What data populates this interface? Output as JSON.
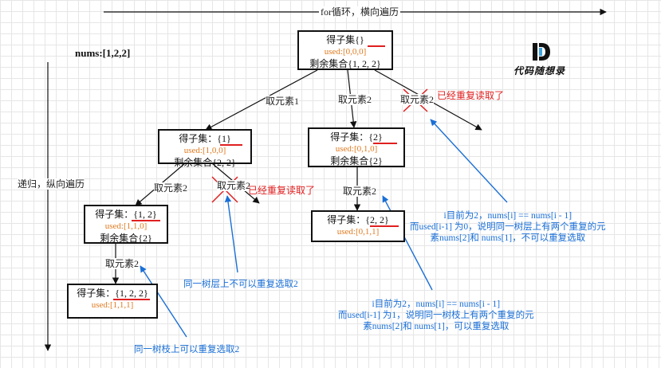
{
  "header_arrow_label": "for循环，横向遍历",
  "side_arrow_label": "递归，纵向遍历",
  "nums_label": "nums:[1,2,2]",
  "logo": {
    "text": "代码随想录"
  },
  "nodes": {
    "root": {
      "title": "得子集{}",
      "used": "used:[0,0,0]",
      "remain": "剩余集合{1, 2, 2}"
    },
    "n1": {
      "title": "得子集：{1}",
      "used": "used:[1,0,0]",
      "remain": "剩余集合{2, 2}"
    },
    "n2": {
      "title": "得子集：{2}",
      "used": "used:[0,1,0]",
      "remain": "剩余集合{2}"
    },
    "n12": {
      "title": "得子集：{1, 2}",
      "used": "used:[1,1,0]",
      "remain": "剩余集合{2}"
    },
    "n22": {
      "title": "得子集：{2, 2}",
      "used": "used:[0,1,1]"
    },
    "n122": {
      "title": "得子集：{1, 2, 2}",
      "used": "used:[1,1,1]"
    }
  },
  "edge_labels": {
    "root_e1": "取元素1",
    "root_e2": "取元素2",
    "root_e3": "取元素2",
    "n1_e1": "取元素2",
    "n1_e2": "取元素2",
    "n2_e1": "取元素2",
    "n12_e1": "取元素2"
  },
  "red_notes": {
    "dup1": "已经重复读取了",
    "dup2": "已经重复读取了"
  },
  "notes": {
    "same_layer": "同一树层上不可以重复选取2",
    "same_branch": "同一树枝上可以重复选取2",
    "right_top": [
      "i目前为2，nums[i] == nums[i - 1]",
      "而used[i-1] 为0，说明同一树层上有两个重复的元",
      "素nums[2]和 nums[1]，不可以重复选取"
    ],
    "right_bottom": [
      "i目前为2，nums[i] == nums[i - 1]",
      "而used[i-1] 为1，说明同一树枝上有两个重复的元",
      "素nums[2]和 nums[1]，可以重复选取"
    ]
  }
}
